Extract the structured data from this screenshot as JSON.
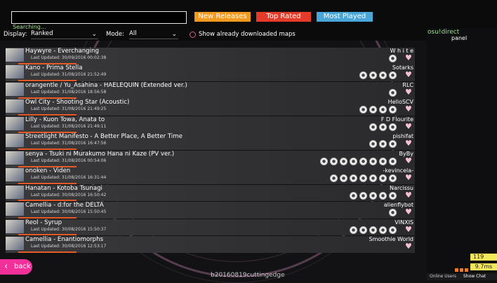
{
  "header": {
    "searching": "Searching...",
    "tabs": {
      "new": "New Releases",
      "top": "Top Rated",
      "most": "Most Played"
    }
  },
  "filters": {
    "display_label": "Display:",
    "display_value": "Ranked",
    "mode_label": "Mode:",
    "mode_value": "All",
    "show_downloaded": "Show already downloaded maps"
  },
  "side_panel": {
    "title": "osu!direct",
    "subtitle": "panel"
  },
  "rows": [
    {
      "title": "Haywyre - Everchanging",
      "updated": "Last Updated: 30/09/2016 00:02:38",
      "creator": "W h i t e",
      "diffs": 1
    },
    {
      "title": "Kano - Prima Stella",
      "updated": "Last Updated: 31/08/2016 21:52:49",
      "creator": "Sotarks",
      "diffs": 4
    },
    {
      "title": "orangentle / Yu_Asahina - HAELEQUIN (Extended ver.)",
      "updated": "Last Updated: 31/08/2016 18:56:58",
      "creator": "RLC",
      "diffs": 1
    },
    {
      "title": "Owl City - Shooting Star (Acoustic)",
      "updated": "Last Updated: 31/08/2016 21:49:25",
      "creator": "HelloSCV",
      "diffs": 4
    },
    {
      "title": "Lilly - Kuon Towa, Anata to",
      "updated": "Last Updated: 31/08/2016 21:49:11",
      "creator": "F D Flourite",
      "diffs": 3
    },
    {
      "title": "Streetlight Manifesto - A Better Place, A Better Time",
      "updated": "Last Updated: 31/08/2016 16:47:56",
      "creator": "pishifat",
      "diffs": 3
    },
    {
      "title": "senya - Tsuki ni Murakumo Hana ni Kaze (PV ver.)",
      "updated": "Last Updated: 31/08/2016 00:54:06",
      "creator": "ByBy",
      "diffs": 8
    },
    {
      "title": "onoken - Viden",
      "updated": "Last Updated: 31/08/2016 16:31:44",
      "creator": "-kevincela-",
      "diffs": 7
    },
    {
      "title": "Hanatan - Kotoba Tsunagi",
      "updated": "Last Updated: 30/08/2016 16:50:42",
      "creator": "Narcissu",
      "diffs": 5
    },
    {
      "title": "Camellia - d:for the DELTA",
      "updated": "Last Updated: 30/08/2016 15:50:45",
      "creator": "alienflybot",
      "diffs": 1
    },
    {
      "title": "Reol - Syrup",
      "updated": "Last Updated: 30/08/2016 15:50:37",
      "creator": "VINXIS",
      "diffs": 5
    },
    {
      "title": "Camellia - Enantiomorphs",
      "updated": "Last Updated: 30/08/2016 12:53:17",
      "creator": "Smoothie World",
      "diffs": 0
    }
  ],
  "footer": {
    "back": "back",
    "version": "b20160819cuttingedge",
    "counter": "119",
    "ping": "9.7ms",
    "online_users": "Online Users",
    "show_chat": "Show Chat"
  },
  "colors": {
    "new": "#f39a1f",
    "top": "#e53b2a",
    "most": "#4aa6d6",
    "back": "#f1309a",
    "progress": "#e65a2a"
  }
}
